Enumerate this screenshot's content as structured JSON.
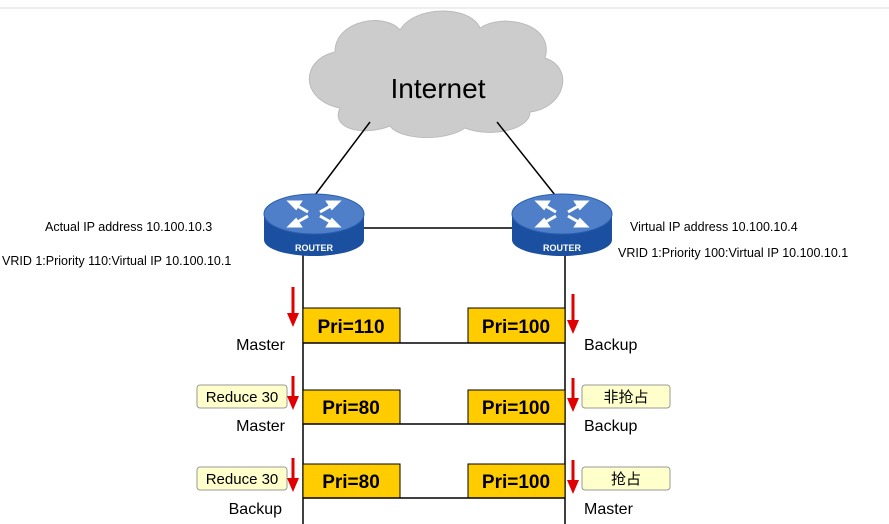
{
  "cloud": {
    "label": "Internet"
  },
  "router_label": "ROUTER",
  "left_router": {
    "ip_line": "Actual IP address 10.100.10.3",
    "vrid_line": "VRID 1:Priority 110:Virtual IP  10.100.10.1"
  },
  "right_router": {
    "ip_line": "Virtual IP address 10.100.10.4",
    "vrid_line": "VRID 1:Priority 100:Virtual IP  10.100.10.1"
  },
  "stages": [
    {
      "left_pri": "Pri=110",
      "right_pri": "Pri=100",
      "left_role": "Master",
      "right_role": "Backup",
      "left_note": "",
      "right_note": ""
    },
    {
      "left_pri": "Pri=80",
      "right_pri": "Pri=100",
      "left_role": "Master",
      "right_role": "Backup",
      "left_note": "Reduce 30",
      "right_note": "非抢占"
    },
    {
      "left_pri": "Pri=80",
      "right_pri": "Pri=100",
      "left_role": "Backup",
      "right_role": "Master",
      "left_note": "Reduce 30",
      "right_note": "抢占"
    }
  ],
  "colors": {
    "pri_box": "#FFCC00",
    "note_box": "#FFFFCC",
    "arrow": "#E00000",
    "router_top": "#4F7FC9",
    "router_side": "#1B4FA0",
    "cloud": "#CCCCCC"
  }
}
